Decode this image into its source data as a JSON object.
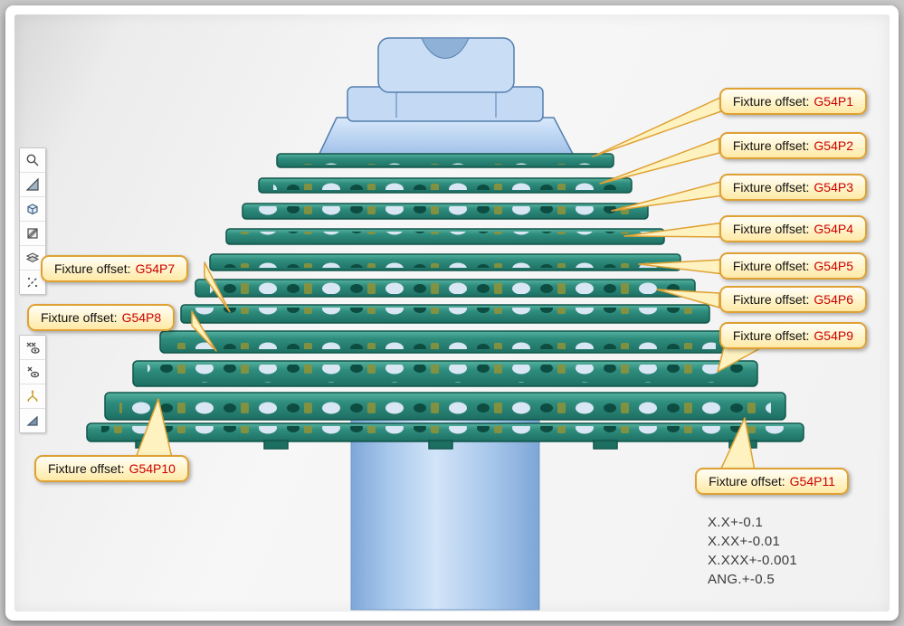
{
  "callouts": [
    {
      "prefix": "Fixture offset:",
      "value": "G54P1"
    },
    {
      "prefix": "Fixture offset:",
      "value": "G54P2"
    },
    {
      "prefix": "Fixture offset:",
      "value": "G54P3"
    },
    {
      "prefix": "Fixture offset:",
      "value": "G54P4"
    },
    {
      "prefix": "Fixture offset:",
      "value": "G54P5"
    },
    {
      "prefix": "Fixture offset:",
      "value": "G54P6"
    },
    {
      "prefix": "Fixture offset:",
      "value": "G54P7"
    },
    {
      "prefix": "Fixture offset:",
      "value": "G54P8"
    },
    {
      "prefix": "Fixture offset:",
      "value": "G54P9"
    },
    {
      "prefix": "Fixture offset:",
      "value": "G54P10"
    },
    {
      "prefix": "Fixture offset:",
      "value": "G54P11"
    }
  ],
  "tolerances": {
    "lines": [
      "X.X+-0.1",
      "X.XX+-0.01",
      "X.XXX+-0.001",
      "ANG.+-0.5"
    ]
  },
  "toolbar": {
    "icons": [
      "zoom",
      "shaded-view",
      "view-cube",
      "section-view",
      "layers",
      "dashed-line",
      "hide-elements",
      "show-elements",
      "coordinate-system",
      "datum-plane"
    ]
  },
  "colors": {
    "callout_border": "#dfa133",
    "callout_fill": "#fff3c8",
    "value_red": "#cc0000",
    "plate_teal": "#2e8a7c",
    "model_blue": "#b7d2f0",
    "background": "#c9c9c9"
  }
}
